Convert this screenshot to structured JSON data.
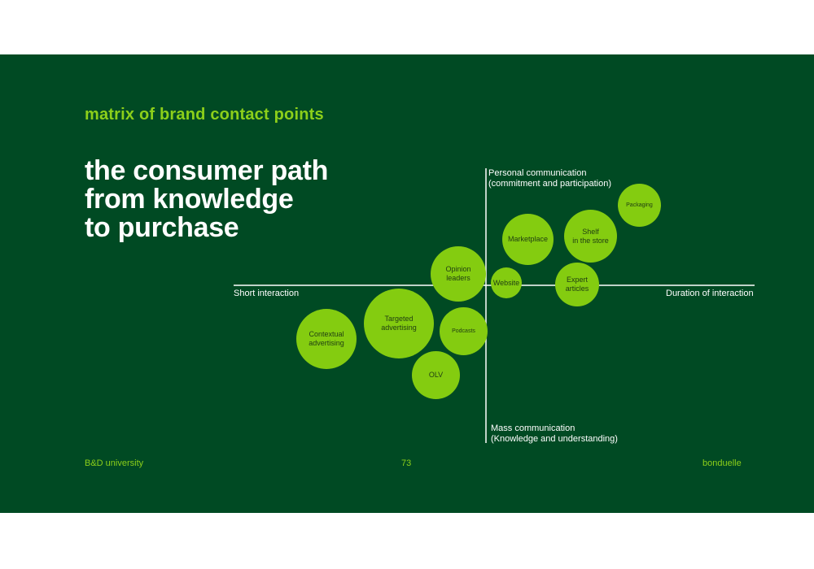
{
  "header": {
    "subtitle": "matrix of brand contact points",
    "title": "the consumer path\nfrom knowledge\nto purchase"
  },
  "axes": {
    "top_label_line1": "Personal communication",
    "top_label_line2": "(commitment and participation)",
    "bottom_label_line1": "Mass communication",
    "bottom_label_line2": "(Knowledge and understanding)",
    "left_label": "Short interaction",
    "right_label": "Duration of interaction"
  },
  "bubbles": [
    {
      "line1": "Packaging",
      "line2": ""
    },
    {
      "line1": "Marketplace",
      "line2": ""
    },
    {
      "line1": "Shelf",
      "line2": "in the store"
    },
    {
      "line1": "Opinion",
      "line2": "leaders"
    },
    {
      "line1": "Website",
      "line2": ""
    },
    {
      "line1": "Expert",
      "line2": "articles"
    },
    {
      "line1": "Contextual",
      "line2": "advertising"
    },
    {
      "line1": "Targeted",
      "line2": "advertising"
    },
    {
      "line1": "Podcasts",
      "line2": ""
    },
    {
      "line1": "OLV",
      "line2": ""
    }
  ],
  "footer": {
    "left": "B&D university",
    "page": "73",
    "right": "bonduelle"
  },
  "colors": {
    "background": "#004a23",
    "accent": "#8ccf1a",
    "bubble": "#84cc10"
  }
}
